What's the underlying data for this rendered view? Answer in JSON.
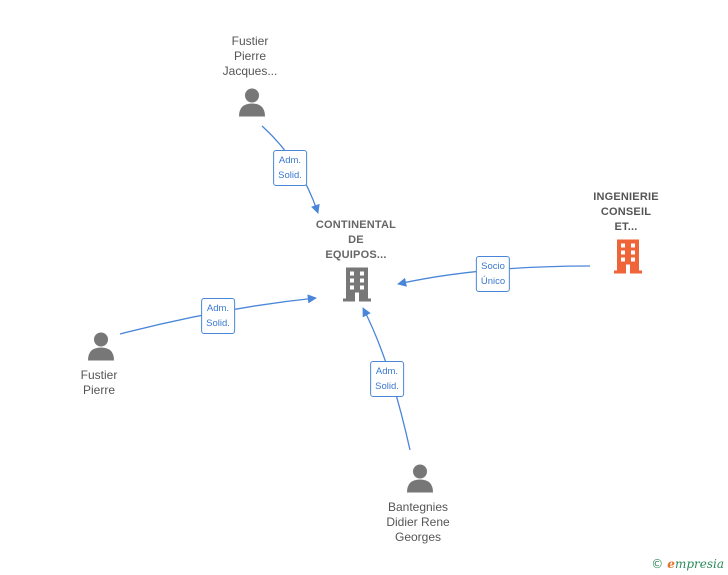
{
  "nodes": {
    "center": {
      "label": "CONTINENTAL\nDE\nEQUIPOS..."
    },
    "ingenierie": {
      "label": "INGENIERIE\nCONSEIL\nET..."
    },
    "fustier_jacques": {
      "label": "Fustier\nPierre\nJacques..."
    },
    "fustier_pierre": {
      "label": "Fustier\nPierre"
    },
    "bantegnies": {
      "label": "Bantegnies\nDidier Rene\nGeorges"
    }
  },
  "edges": {
    "e1": {
      "label": "Adm.\nSolid."
    },
    "e2": {
      "label": "Socio\nÚnico"
    },
    "e3": {
      "label": "Adm.\nSolid."
    },
    "e4": {
      "label": "Adm.\nSolid."
    }
  },
  "colors": {
    "edge": "#4a86d8",
    "person": "#777777",
    "company": "#777777",
    "company_highlight": "#f0643a"
  },
  "icons": {
    "person": "person-icon",
    "company": "building-icon"
  },
  "brand": {
    "copyright": "©",
    "name_initial": "e",
    "name_rest": "mpresia"
  }
}
